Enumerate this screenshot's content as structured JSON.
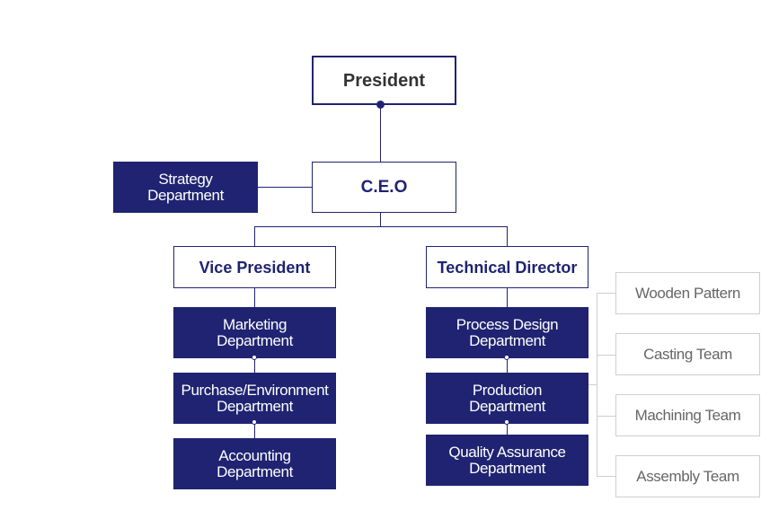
{
  "president": "President",
  "ceo": "C.E.O",
  "strategy": "Strategy\nDepartment",
  "vice_president": "Vice President",
  "technical_director": "Technical Director",
  "vp_departments": [
    "Marketing\nDepartment",
    "Purchase/Environment\nDepartment",
    "Accounting\nDepartment"
  ],
  "td_departments": [
    "Process Design\nDepartment",
    "Production\nDepartment",
    "Quality Assurance\nDepartment"
  ],
  "teams": [
    "Wooden Pattern",
    "Casting Team",
    "Machining Team",
    "Assembly Team"
  ],
  "colors": {
    "navy": "#1f2372",
    "team_border": "#cfcfcf"
  }
}
